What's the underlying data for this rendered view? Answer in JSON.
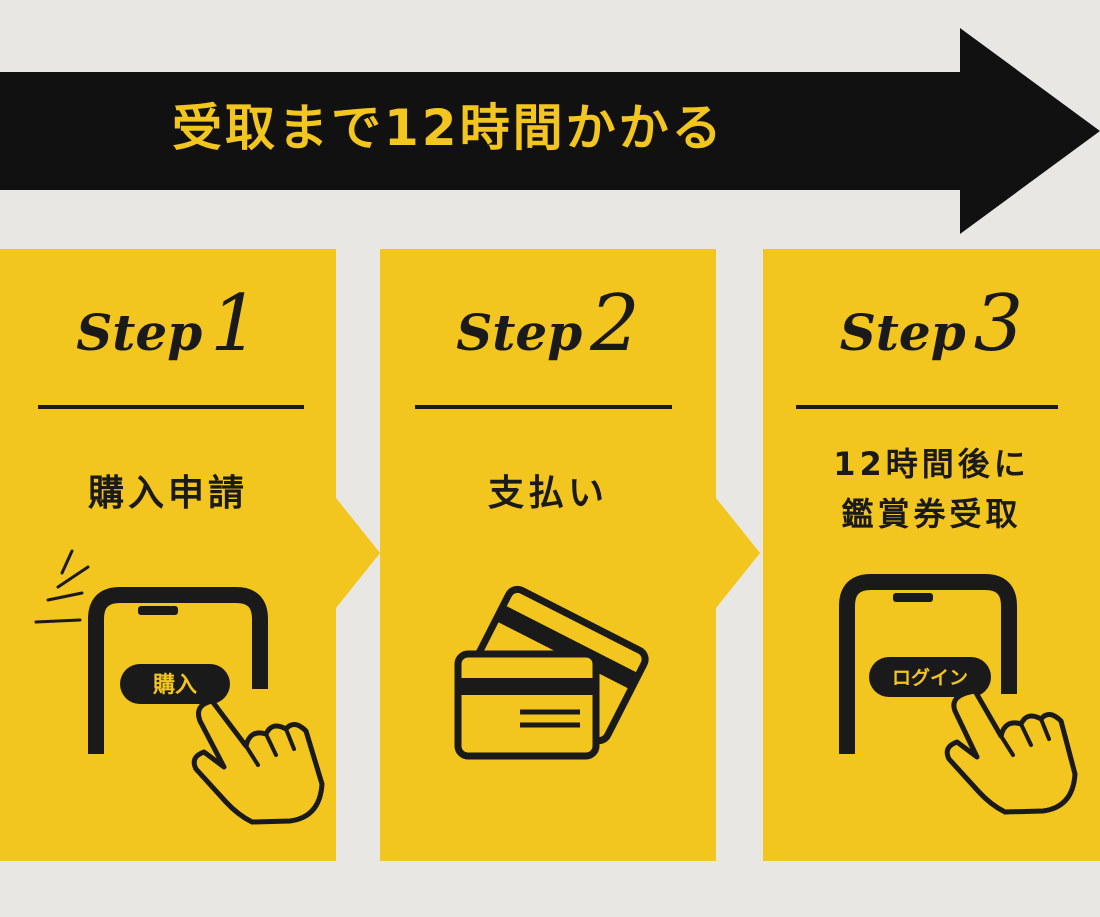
{
  "banner": {
    "title": "受取まで12時間かかる"
  },
  "steps": [
    {
      "step_word": "Step",
      "step_number": "1",
      "label_line1": "購入申請",
      "label_line2": "",
      "illustration": "smartphone-tap-icon",
      "button_text": "購入"
    },
    {
      "step_word": "Step",
      "step_number": "2",
      "label_line1": "支払い",
      "label_line2": "",
      "illustration": "credit-cards-icon",
      "button_text": ""
    },
    {
      "step_word": "Step",
      "step_number": "3",
      "label_line1": "12時間後に",
      "label_line2": "鑑賞券受取",
      "illustration": "smartphone-tap-icon",
      "button_text": "ログイン"
    }
  ],
  "colors": {
    "background": "#e9e7e3",
    "accent_yellow": "#f2c51f",
    "ink": "#1a1a1a"
  }
}
